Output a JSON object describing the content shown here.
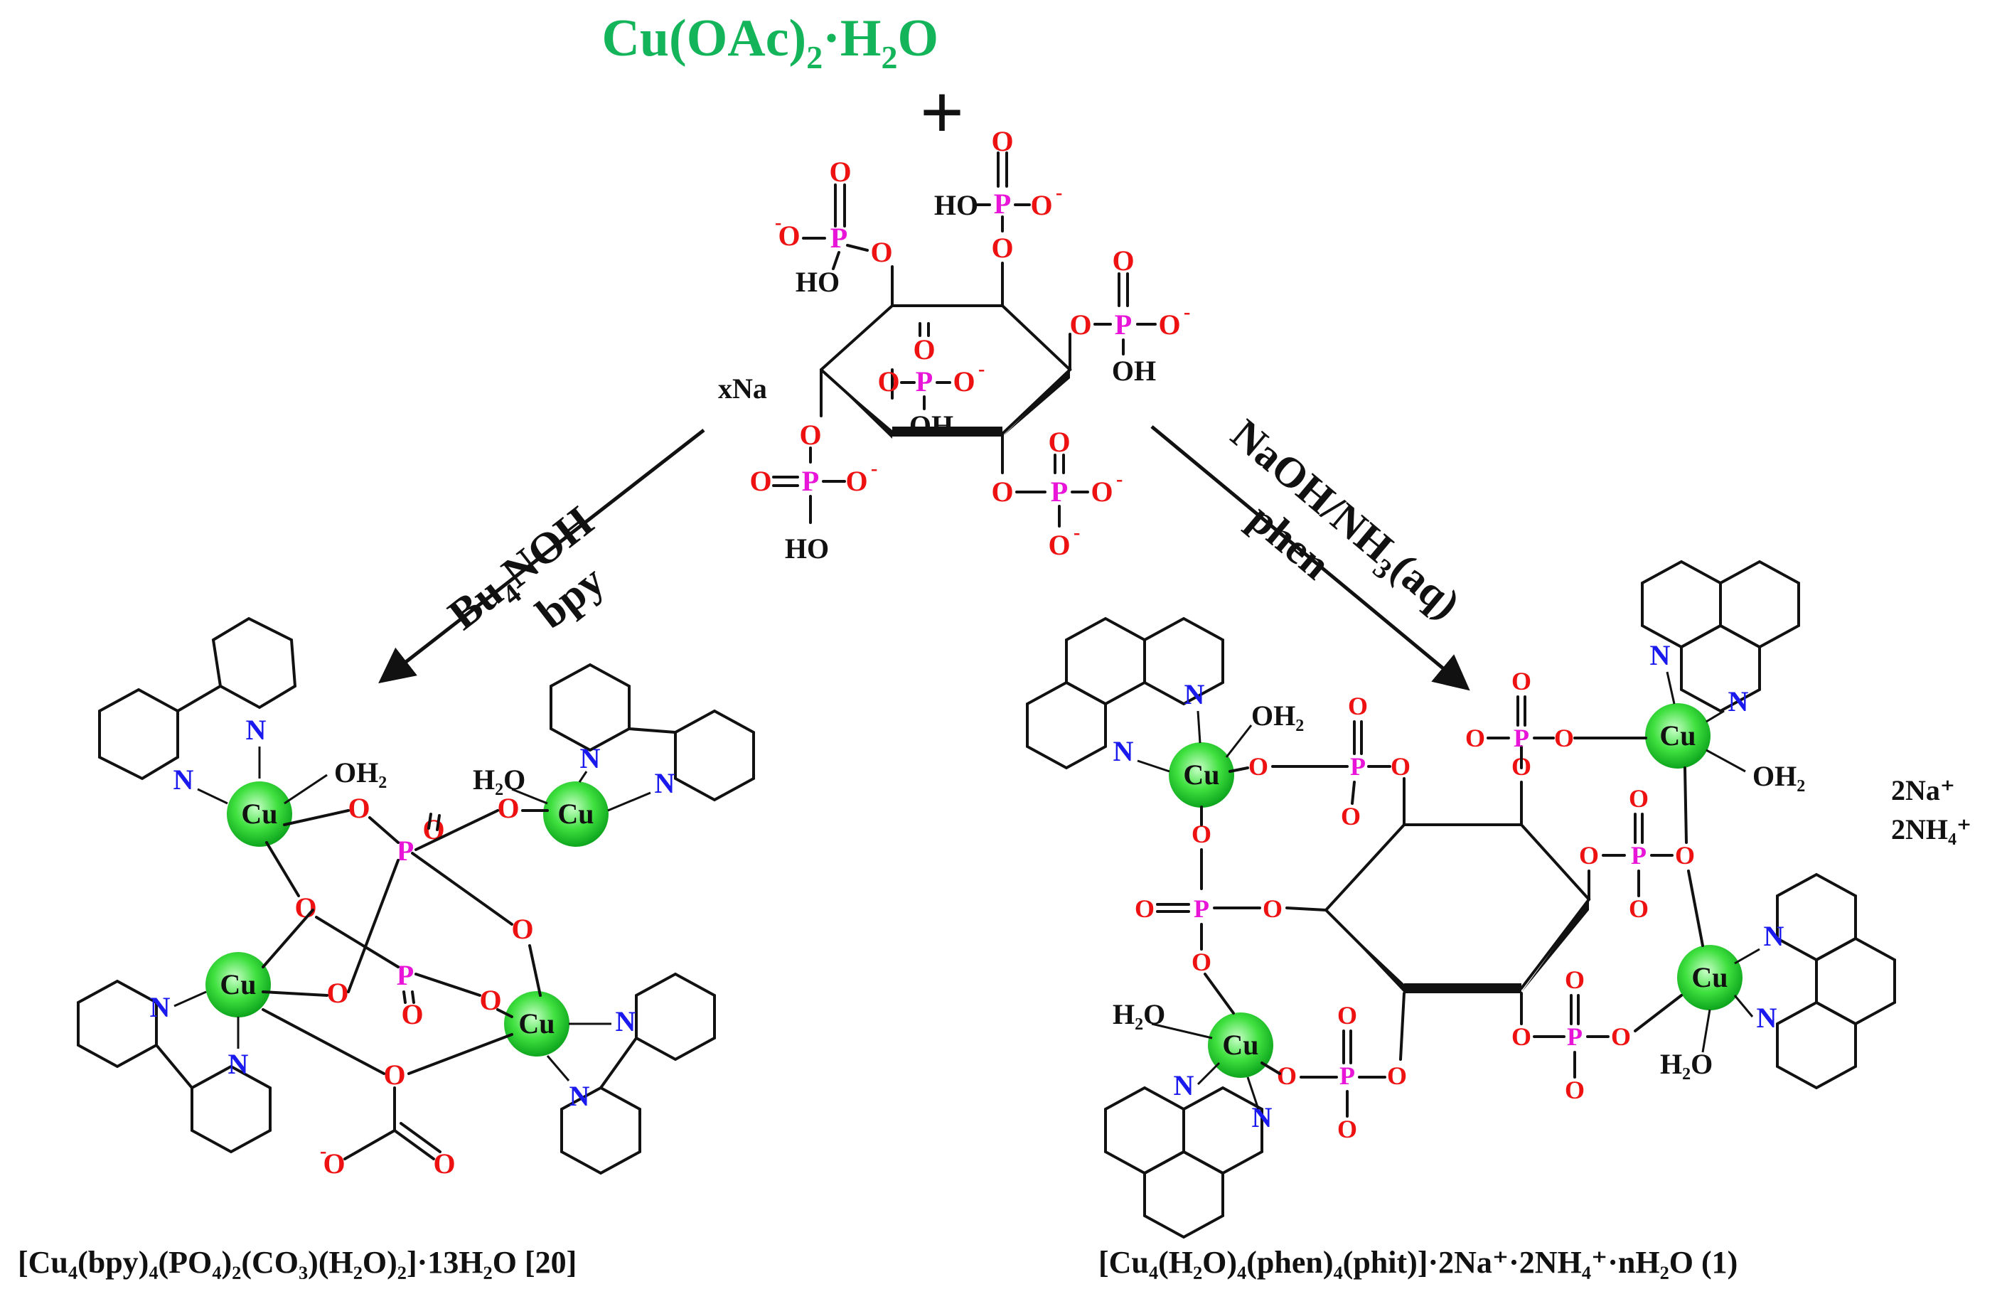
{
  "reagents": {
    "copper_salt": "Cu(OAc)",
    "copper_salt_sub": "2",
    "copper_salt_tail": "·H",
    "copper_salt_sub2": "2",
    "copper_salt_end": "O",
    "plus": "+",
    "counter_ion": "xNa"
  },
  "left_arrow": {
    "line1": "Bu",
    "line1_sub": "4",
    "line1_tail": "NOH",
    "line2": "bpy"
  },
  "right_arrow": {
    "line1": "NaOH/NH",
    "line1_sub": "3",
    "line1_tail": "(aq)",
    "line2": "phen"
  },
  "atoms": {
    "O": "O",
    "P": "P",
    "N": "N",
    "Cu": "Cu",
    "OH": "OH",
    "HO": "HO",
    "H2O": "H₂O",
    "OH2": "OH₂",
    "minus": "-"
  },
  "counter_ions_right": {
    "na": "2Na⁺",
    "nh4": "2NH₄⁺"
  },
  "left_product": "[Cu₄(bpy)₄(PO₄)₂(CO₃)(H₂O)₂]·13H₂O [20]",
  "right_product": "[Cu₄(H₂O)₄(phen)₄(phit)]·2Na⁺·2NH₄⁺·nH₂O  (1)",
  "colors": {
    "green": "#14b45a",
    "oxygen": "#ee1111",
    "phosphorus": "#e815d8",
    "nitrogen": "#1a1aee",
    "copper_sphere": "#3ee03e"
  }
}
